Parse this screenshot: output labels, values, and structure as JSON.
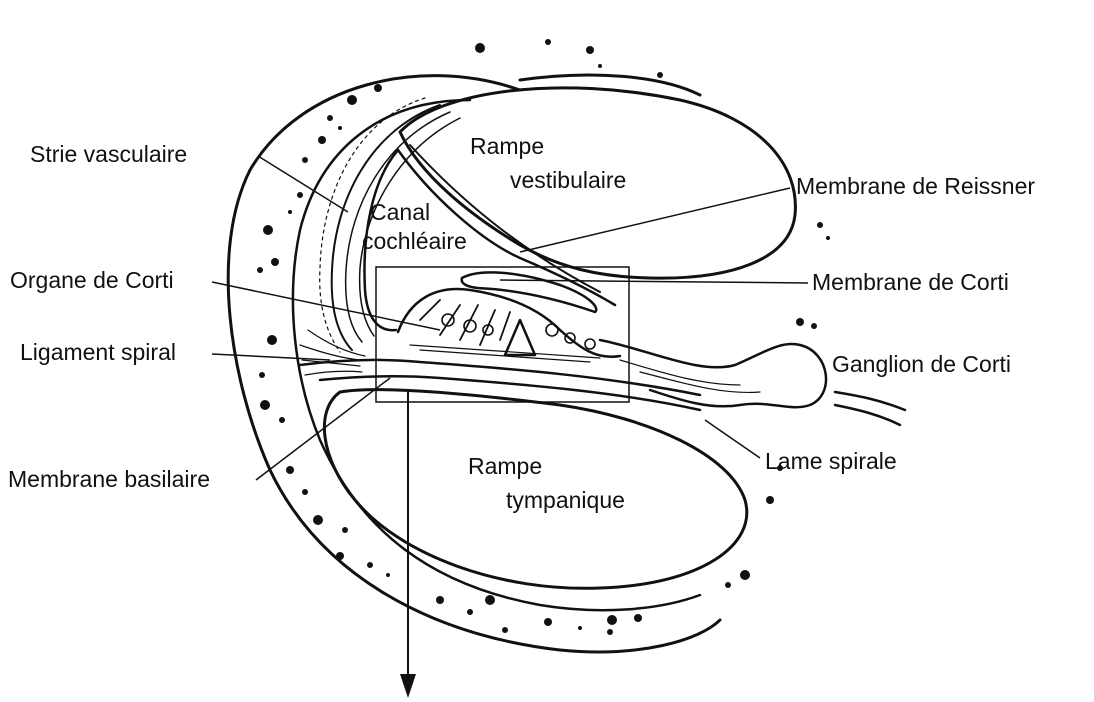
{
  "labels": {
    "strie_vasculaire": "Strie vasculaire",
    "rampe_vestibulaire_1": "Rampe",
    "rampe_vestibulaire_2": "vestibulaire",
    "canal_cochleaire_1": "Canal",
    "canal_cochleaire_2": "cochléaire",
    "membrane_reissner": "Membrane de Reissner",
    "organe_corti": "Organe de Corti",
    "membrane_corti": "Membrane de Corti",
    "ligament_spiral": "Ligament spiral",
    "ganglion_corti": "Ganglion de Corti",
    "membrane_basilaire": "Membrane basilaire",
    "lame_spirale": "Lame spirale",
    "rampe_tympanique_1": "Rampe",
    "rampe_tympanique_2": "tympanique"
  },
  "colors": {
    "ink": "#111111",
    "background": "#ffffff"
  }
}
